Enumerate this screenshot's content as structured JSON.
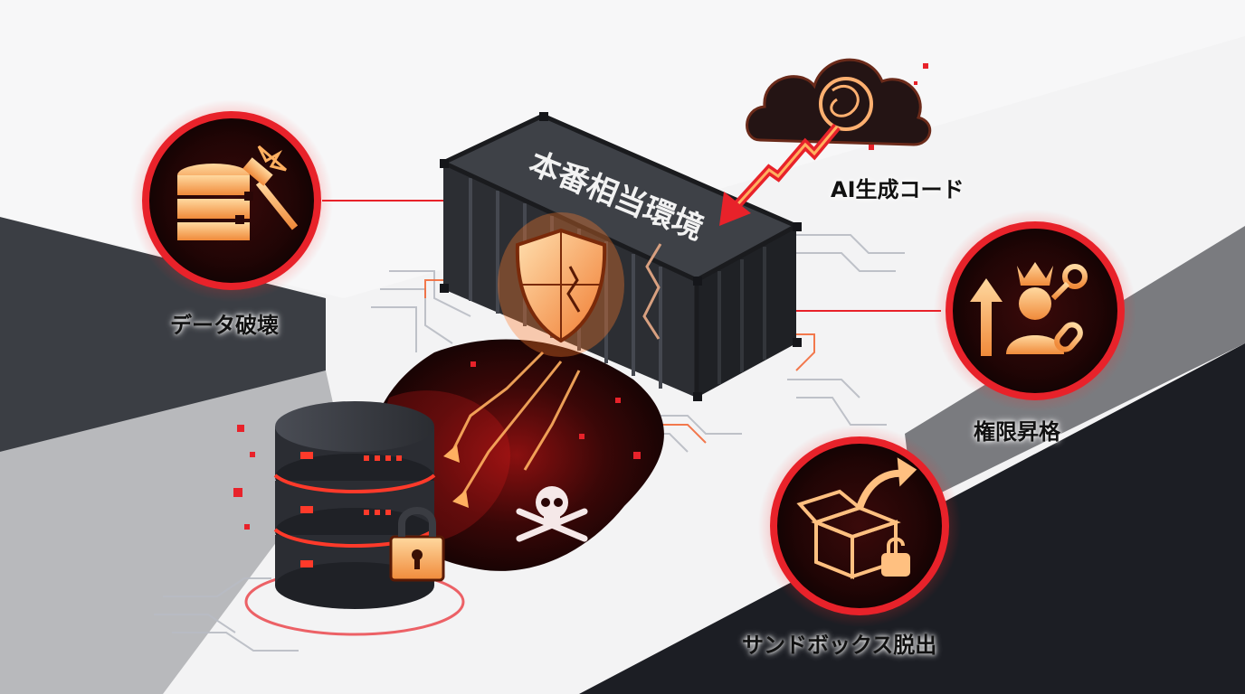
{
  "container": {
    "label": "本番相当環境"
  },
  "labels": {
    "ai_code": "AI生成コード",
    "data_destruction": "データ破壊",
    "privilege_escalation": "権限昇格",
    "sandbox_escape": "サンドボックス脱出"
  },
  "icons": {
    "cloud": "ai-cloud-icon",
    "data": "broken-database-hammer-icon",
    "privilege": "person-crown-key-chain-icon",
    "sandbox": "open-box-arrow-unlock-icon",
    "database": "database-server-lock-icon",
    "skull": "skull-crossbones-icon",
    "shield": "cracked-shield-icon"
  },
  "colors": {
    "accent_red": "#e8222a",
    "glow_orange": "#ffb060",
    "dark": "#1c1e24"
  }
}
